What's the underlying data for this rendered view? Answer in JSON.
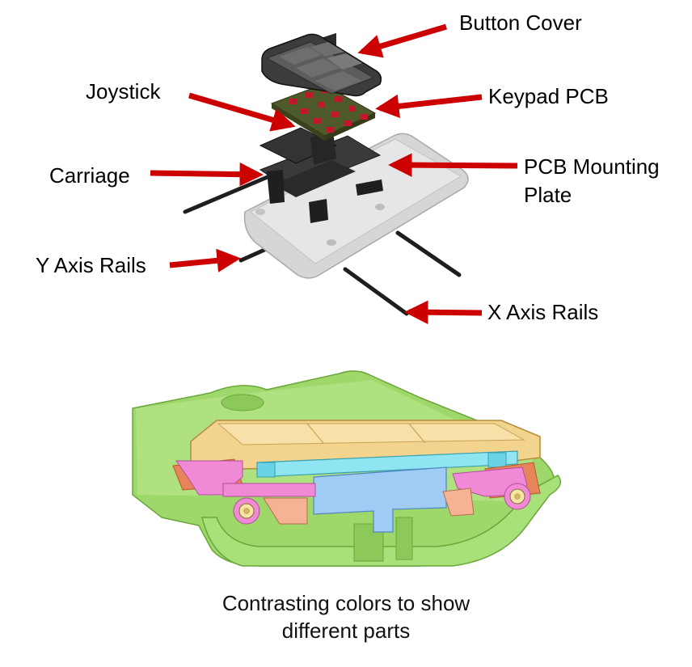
{
  "labels": {
    "button_cover": "Button Cover",
    "joystick": "Joystick",
    "keypad_pcb": "Keypad PCB",
    "carriage": "Carriage",
    "pcb_mounting_plate_line1": "PCB Mounting",
    "pcb_mounting_plate_line2": "Plate",
    "y_axis_rails": "Y Axis Rails",
    "x_axis_rails": "X Axis Rails"
  },
  "caption": {
    "line1": "Contrasting colors to show",
    "line2": "different parts"
  },
  "colors": {
    "arrow": "#cc0000",
    "cover": "#3a3a3a",
    "pcb": "#4f5a2a",
    "pcb_buttons": "#c0182a",
    "plate": "#dcdcdc",
    "carriage": "#2b2b2b",
    "rail": "#1e1e1e",
    "green_housing": "#8ed05a",
    "tan_cover": "#f2d48f",
    "cyan_pcb": "#8fe6f2",
    "blue_block": "#9fcbf4",
    "pink_bracket": "#f08ad6",
    "orange_roller": "#e8845a",
    "salmon_block": "#f6b394"
  }
}
